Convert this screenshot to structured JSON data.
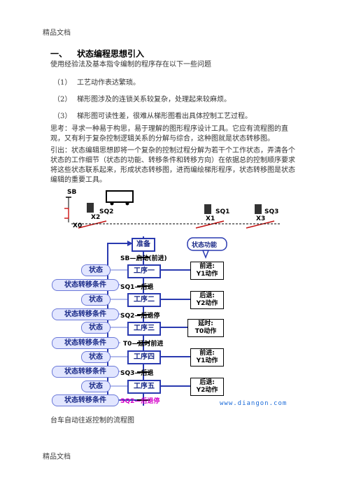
{
  "header": "精品文档",
  "footer": "精品文档",
  "section": {
    "number": "一、",
    "title": "状态编程思想引入"
  },
  "intro": "使用经验法及基本指令编制的程序存在以下一些问题",
  "issues": [
    {
      "n": "（1）",
      "text": "工艺动作表达繁琐。"
    },
    {
      "n": "（2）",
      "text": "梯形图涉及的连锁关系较复杂，处理起来较麻烦。"
    },
    {
      "n": "（3）",
      "text": "梯形图可读性差，很难从梯形图看出具体控制工艺过程。"
    }
  ],
  "think": "思考：寻求一种易于构思，易于理解的图形程序设计工具。它应有流程图的直观，又有利于复杂控制逻辑关系的分解与综合，这种图就是状态转移图。",
  "lead": "引出：状态编辑思想即将一个复杂的控制过程分解为若干个工作状态，弄清各个状态的工作细节（状态的功能、转移条件和转移方向）在依据总的控制顺序要求将这些状态联系起来，形成状态转移图，进而编绘梯形程序，状态转移图是状态编辑的重要工具。",
  "caption": "台车自动往返控制的流程图",
  "figure": {
    "top_labels": {
      "sb": "SB",
      "x0": "X0",
      "x2": "X2",
      "sq2": "SQ2",
      "sq1": "SQ1",
      "x1": "X1",
      "sq3": "SQ3",
      "x3": "X3"
    },
    "callout": "状态功能",
    "steps": [
      "准备",
      "工序一",
      "工序二",
      "工序三",
      "工序四",
      "工序五"
    ],
    "transitions": [
      "SB—启动(前进)",
      "SQ1—后退",
      "SQ2—后退停",
      "T0—延时前进",
      "SQ3—后退",
      "SQ2—后退停"
    ],
    "actions": [
      [
        "前进:",
        "Y1动作"
      ],
      [
        "后退:",
        "Y2动作"
      ],
      [
        "延时:",
        "T0动作"
      ],
      [
        "前进:",
        "Y1动作"
      ],
      [
        "后退:",
        "Y2动作"
      ]
    ],
    "side_tags": [
      "状态",
      "状态转移条件",
      "状态",
      "状态转移条件",
      "状态",
      "状态转移条件",
      "状态",
      "状态转移条件",
      "状态",
      "状态转移条件"
    ],
    "watermark": "www.diangon.com",
    "colors": {
      "accent": "#2a3ab0",
      "tag_fill": "#e2e6ff",
      "last_transition": "#d400c8"
    }
  }
}
